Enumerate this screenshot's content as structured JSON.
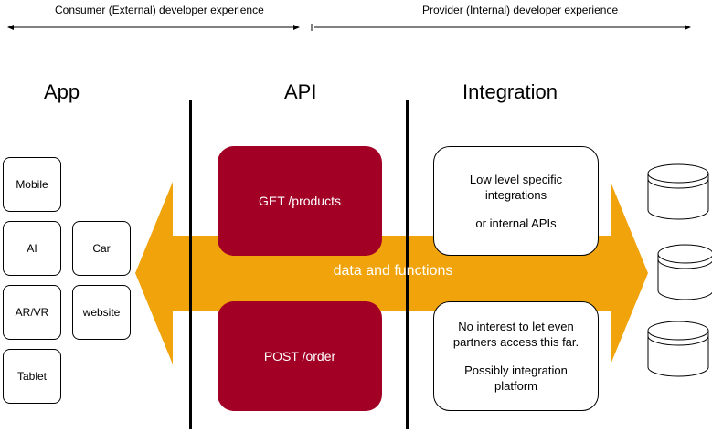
{
  "header": {
    "consumer_label": "Consumer (External) developer experience",
    "provider_label": "Provider (Internal) developer experience"
  },
  "columns": {
    "app": "App",
    "api": "API",
    "integration": "Integration"
  },
  "devices": [
    "Mobile",
    "AI",
    "Car",
    "AR/VR",
    "website",
    "Tablet"
  ],
  "api_endpoints": {
    "get": "GET /products",
    "post": "POST /order"
  },
  "flow_label": "data and functions",
  "integration_boxes": {
    "top": {
      "line1": "Low level specific",
      "line2": "integrations",
      "line3": "or internal APIs"
    },
    "bottom": {
      "line1": "No interest to let even",
      "line2": "partners access this far.",
      "line3": "Possibly integration",
      "line4": "platform"
    }
  },
  "colors": {
    "arrow": "#f0a30a",
    "api_box": "#a20025",
    "text_on_dark": "#ffffff"
  }
}
